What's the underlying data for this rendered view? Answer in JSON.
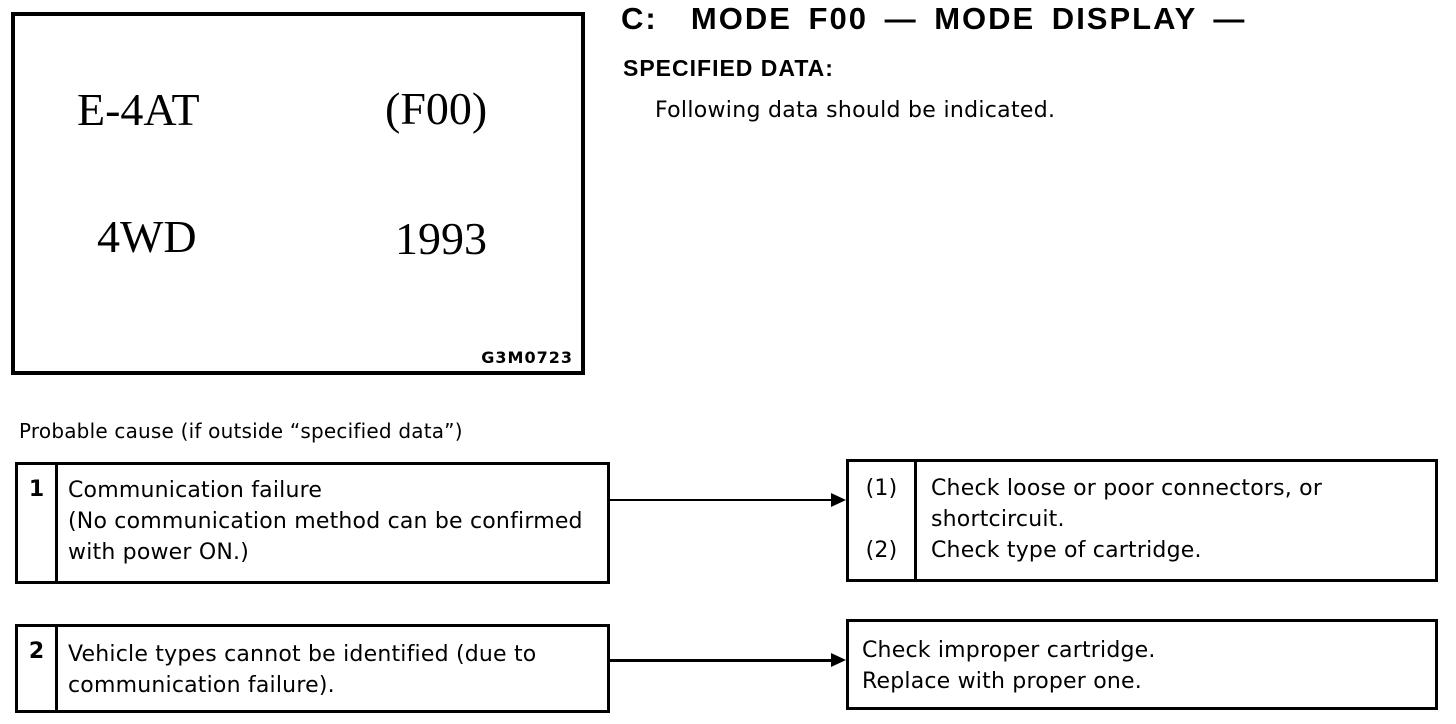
{
  "colors": {
    "paper": "#ffffff",
    "ink": "#000000"
  },
  "display_panel": {
    "transmission": "E-4AT",
    "mode": "(F00)",
    "drivetrain": "4WD",
    "year": "1993",
    "figure_code": "G3M0723"
  },
  "header": {
    "title": "C:  MODE F00 — MODE DISPLAY —",
    "subtitle": "SPECIFIED DATA:",
    "note": "Following data should be indicated."
  },
  "flow": {
    "label": "Probable cause (if outside “specified data”)",
    "rows": [
      {
        "number": "1",
        "cause": "Communication failure\n(No communication method can be confirmed\nwith power ON.)",
        "remedies": [
          {
            "marker": "(1)",
            "text": "Check loose or poor connectors, or\nshortcircuit."
          },
          {
            "marker": "(2)",
            "text": "Check type of cartridge."
          }
        ]
      },
      {
        "number": "2",
        "cause": "Vehicle types cannot be identified (due to\ncommunication failure).",
        "remedy_plain": "Check improper cartridge.\nReplace with proper one."
      }
    ]
  }
}
